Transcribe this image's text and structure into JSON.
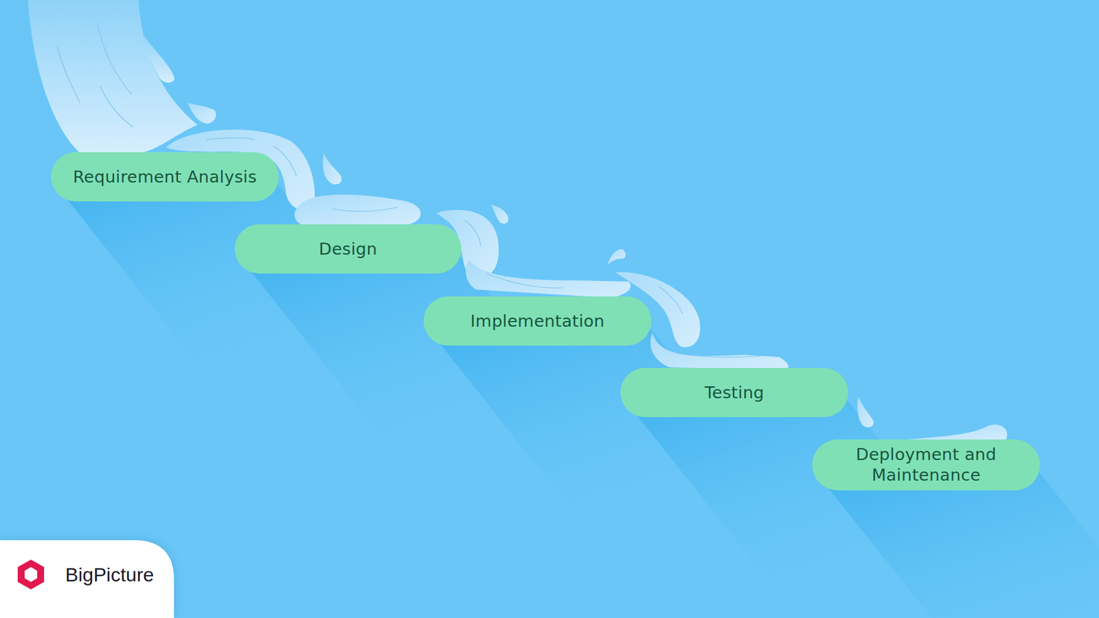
{
  "diagram": {
    "nodes": [
      {
        "text": [
          "Requirement Analysis"
        ]
      },
      {
        "text": [
          "Design"
        ]
      },
      {
        "text": [
          "Implementation"
        ]
      },
      {
        "text": [
          "Testing"
        ]
      },
      {
        "text": [
          "Deployment and Maintenance"
        ]
      },
      {
        "text": [
          "BigPicture"
        ]
      }
    ]
  }
}
